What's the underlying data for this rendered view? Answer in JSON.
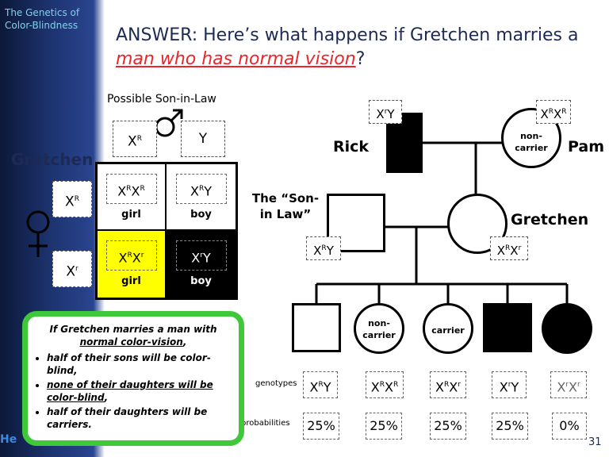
{
  "sidebar": {
    "title": "The Genetics of Color-Blindness",
    "logo_fragment": "He"
  },
  "title": {
    "prefix": "ANSWER: Here’s what happens if Gretchen marries a ",
    "link_text": "man who has normal vision",
    "suffix": "?"
  },
  "punnett": {
    "heading": "Possible Son-in-Law",
    "mother_label": "Gretchen",
    "father_alleles": [
      "X^R",
      "Y"
    ],
    "mother_alleles": [
      "X^R",
      "X^r"
    ],
    "cells": [
      {
        "genotype": "X^RX^R",
        "sex": "girl",
        "fill": "#ffffff",
        "text": "#000000"
      },
      {
        "genotype": "X^RY",
        "sex": "boy",
        "fill": "#ffffff",
        "text": "#000000"
      },
      {
        "genotype": "X^RX^r",
        "sex": "girl",
        "fill": "#ffff00",
        "text": "#000000"
      },
      {
        "genotype": "X^rY",
        "sex": "boy",
        "fill": "#000000",
        "text": "#ffffff"
      }
    ]
  },
  "pedigree": {
    "rick": {
      "name": "Rick",
      "genotype": "X^rY"
    },
    "pam": {
      "name": "Pam",
      "genotype": "X^RX^R",
      "status": "non-carrier"
    },
    "son_in_law": {
      "name": "The “Son-in Law”",
      "genotype": "X^RY"
    },
    "gretchen": {
      "name": "Gretchen",
      "genotype": "X^RX^r"
    },
    "children": [
      {
        "sex": "male",
        "status": "",
        "genotype": "X^RY",
        "probability": "25%"
      },
      {
        "sex": "female",
        "status": "non-carrier",
        "genotype": "X^RX^R",
        "probability": "25%"
      },
      {
        "sex": "female",
        "status": "carrier",
        "genotype": "X^RX^r",
        "probability": "25%"
      },
      {
        "sex": "male",
        "status": "",
        "genotype": "X^rY",
        "probability": "25%"
      },
      {
        "sex": "female",
        "status": "",
        "genotype": "X^rX^r",
        "probability": "0%"
      }
    ],
    "row_labels": {
      "genotypes": "genotypes",
      "probabilities": "probabilities"
    }
  },
  "callout": {
    "title": "If Gretchen marries a man with normal color-vision,",
    "bullets": [
      "half of their sons will be color-blind,",
      "none of their daughters will be color-blind,",
      "half of their daughters will be carriers."
    ]
  },
  "page_number": "31",
  "colors": {
    "title": "#1c2a55",
    "link": "#e8262b",
    "callout_border": "#3ec83a",
    "sidebar_text": "#7fd3e8"
  }
}
